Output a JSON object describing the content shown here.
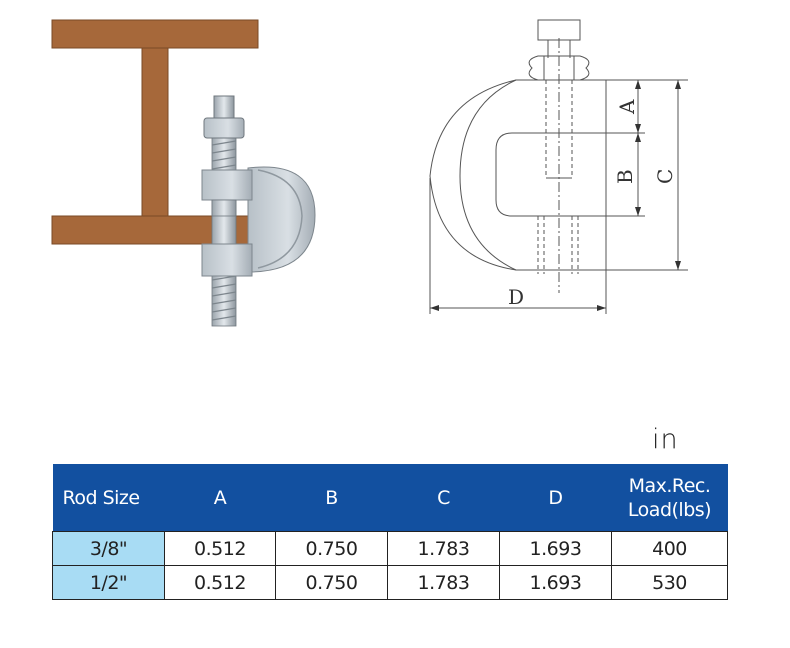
{
  "diagram": {
    "dimension_labels": [
      "A",
      "B",
      "C",
      "D"
    ]
  },
  "unit_label": "in",
  "table": {
    "headers": [
      "Rod Size",
      "A",
      "B",
      "C",
      "D",
      "Max.Rec.",
      "Load(lbs)"
    ],
    "rows": [
      [
        "3/8\"",
        "0.512",
        "0.750",
        "1.783",
        "1.693",
        "400"
      ],
      [
        "1/2\"",
        "0.512",
        "0.750",
        "1.783",
        "1.693",
        "530"
      ]
    ]
  },
  "colors": {
    "beam": "#a6683a",
    "header_bg": "#1250a0",
    "rod_cell_bg": "#a8dcf4",
    "clamp_metal": "#c2cbd1"
  }
}
